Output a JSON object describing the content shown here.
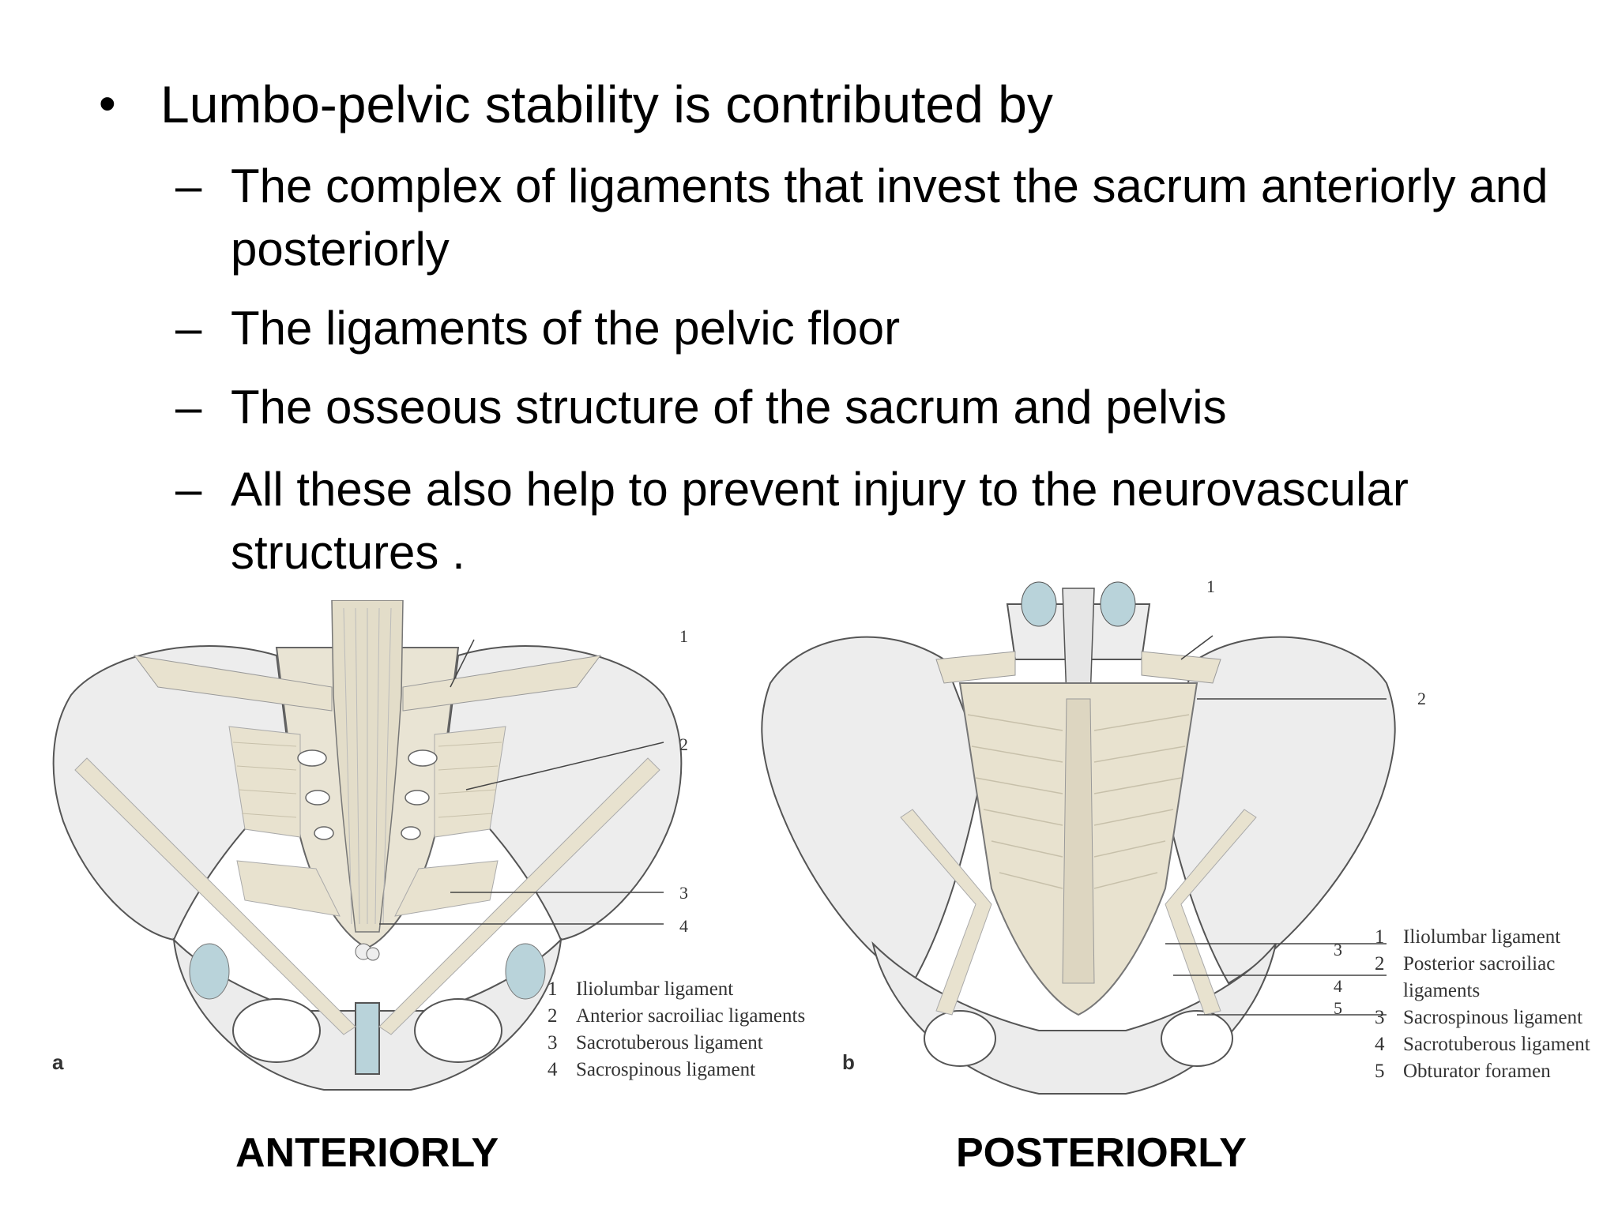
{
  "bullets": {
    "main": "Lumbo-pelvic stability is contributed by",
    "subs": [
      {
        "dash": "–",
        "text": "The complex of ligaments that invest the sacrum anteriorly and posteriorly"
      },
      {
        "dash": "–",
        "text": "The ligaments of the pelvic floor"
      },
      {
        "dash": "–",
        "text": "The osseous structure of the sacrum and pelvis"
      },
      {
        "dash": "–",
        "text": " All these also help to prevent injury to the neurovascular structures ."
      }
    ],
    "bullet_char": "•"
  },
  "figure_a": {
    "panel_letter": "a",
    "callouts": [
      "1",
      "2",
      "3",
      "4"
    ],
    "legend": [
      {
        "num": "1",
        "label": "Iliolumbar ligament"
      },
      {
        "num": "2",
        "label": "Anterior sacroiliac ligaments"
      },
      {
        "num": "3",
        "label": "Sacrotuberous ligament"
      },
      {
        "num": "4",
        "label": "Sacrospinous ligament"
      }
    ],
    "caption": "ANTERIORLY"
  },
  "figure_b": {
    "panel_letter": "b",
    "callouts": [
      "1",
      "2",
      "3",
      "4",
      "5"
    ],
    "legend": [
      {
        "num": "1",
        "label": "Iliolumbar ligament"
      },
      {
        "num": "2",
        "label": "Posterior sacroiliac"
      },
      {
        "num": "",
        "label": "ligaments"
      },
      {
        "num": "3",
        "label": "Sacrospinous ligament"
      },
      {
        "num": "4",
        "label": "Sacrotuberous ligament"
      },
      {
        "num": "5",
        "label": "Obturator foramen"
      }
    ],
    "caption": "POSTERIORLY"
  },
  "colors": {
    "bone": "#ececec",
    "bone_outline": "#555555",
    "ligament": "#e8e2cf",
    "cartilage": "#b9d3da"
  }
}
